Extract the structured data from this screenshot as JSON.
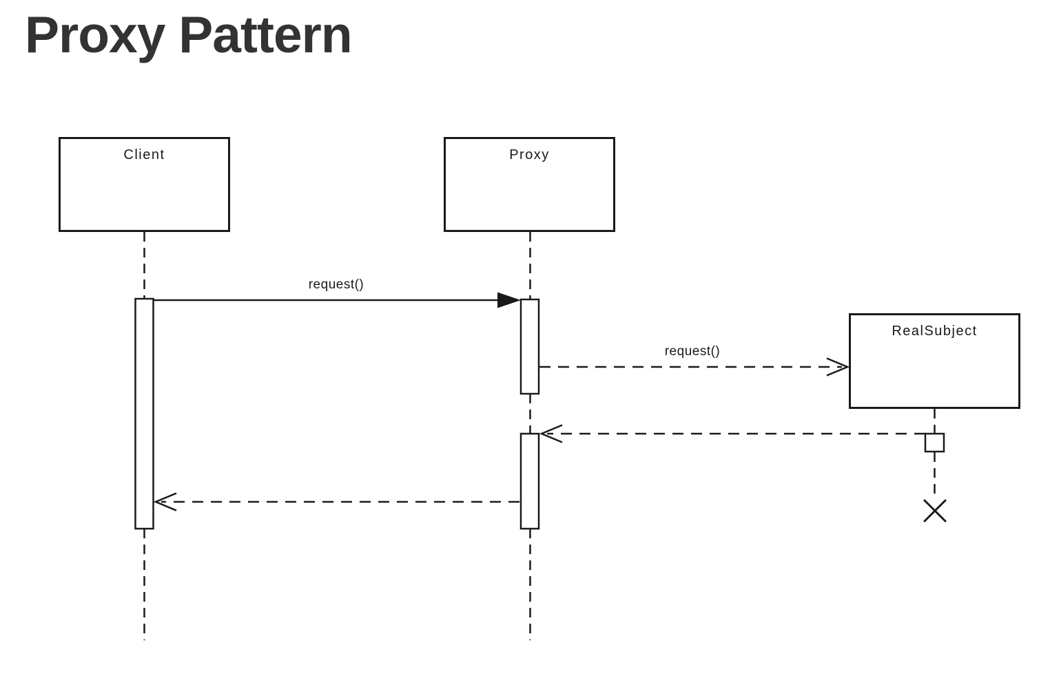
{
  "title": "Proxy Pattern",
  "colors": {
    "background": "#ffffff",
    "line": "#1a1a1a",
    "title_text": "#333333",
    "box_fill": "#ffffff"
  },
  "diagram": {
    "type": "uml-sequence",
    "participants": [
      {
        "name": "Client"
      },
      {
        "name": "Proxy"
      },
      {
        "name": "RealSubject"
      }
    ],
    "messages": [
      {
        "label": "request()",
        "from": "Client",
        "to": "Proxy",
        "style": "solid",
        "arrowhead": "filled"
      },
      {
        "label": "request()",
        "from": "Proxy",
        "to": "RealSubject",
        "style": "dashed",
        "arrowhead": "open"
      },
      {
        "label": "",
        "from": "RealSubject",
        "to": "Proxy",
        "style": "dashed",
        "arrowhead": "open"
      },
      {
        "label": "",
        "from": "Proxy",
        "to": "Client",
        "style": "dashed",
        "arrowhead": "open"
      }
    ],
    "lifecycle": {
      "destroyed_participant": "RealSubject"
    }
  }
}
